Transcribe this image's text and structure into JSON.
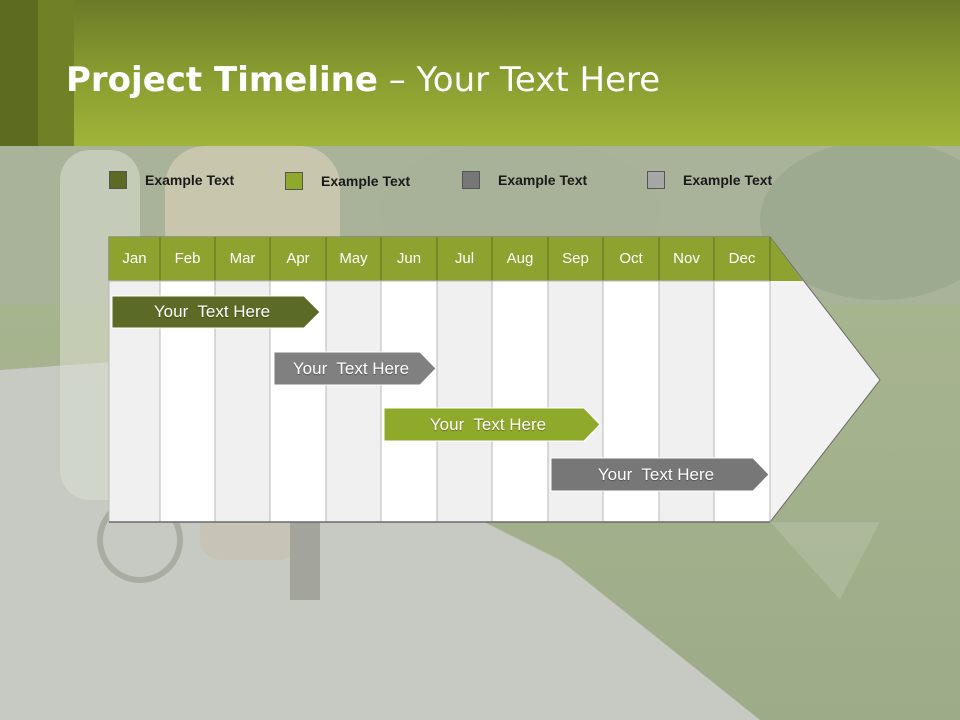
{
  "title": {
    "bold": "Project Timeline",
    "rest": " – Your Text Here"
  },
  "legend": [
    {
      "label": "Example Text",
      "color": "#5b6b25"
    },
    {
      "label": "Example Text",
      "color": "#8faa2a"
    },
    {
      "label": "Example Text",
      "color": "#777777"
    },
    {
      "label": "Example Text",
      "color": "#a6a6a6"
    }
  ],
  "months": [
    "Jan",
    "Feb",
    "Mar",
    "Apr",
    "May",
    "Jun",
    "Jul",
    "Aug",
    "Sep",
    "Oct",
    "Nov",
    "Dec"
  ],
  "tasks": [
    {
      "label": "Your  Text Here",
      "color": "#5b6b25"
    },
    {
      "label": "Your  Text Here",
      "color": "#808080"
    },
    {
      "label": "Your  Text Here",
      "color": "#8faa2a"
    },
    {
      "label": "Your  Text Here",
      "color": "#777777"
    }
  ],
  "colors": {
    "header": "#8ea32f",
    "month_header": "#8ea32f"
  }
}
